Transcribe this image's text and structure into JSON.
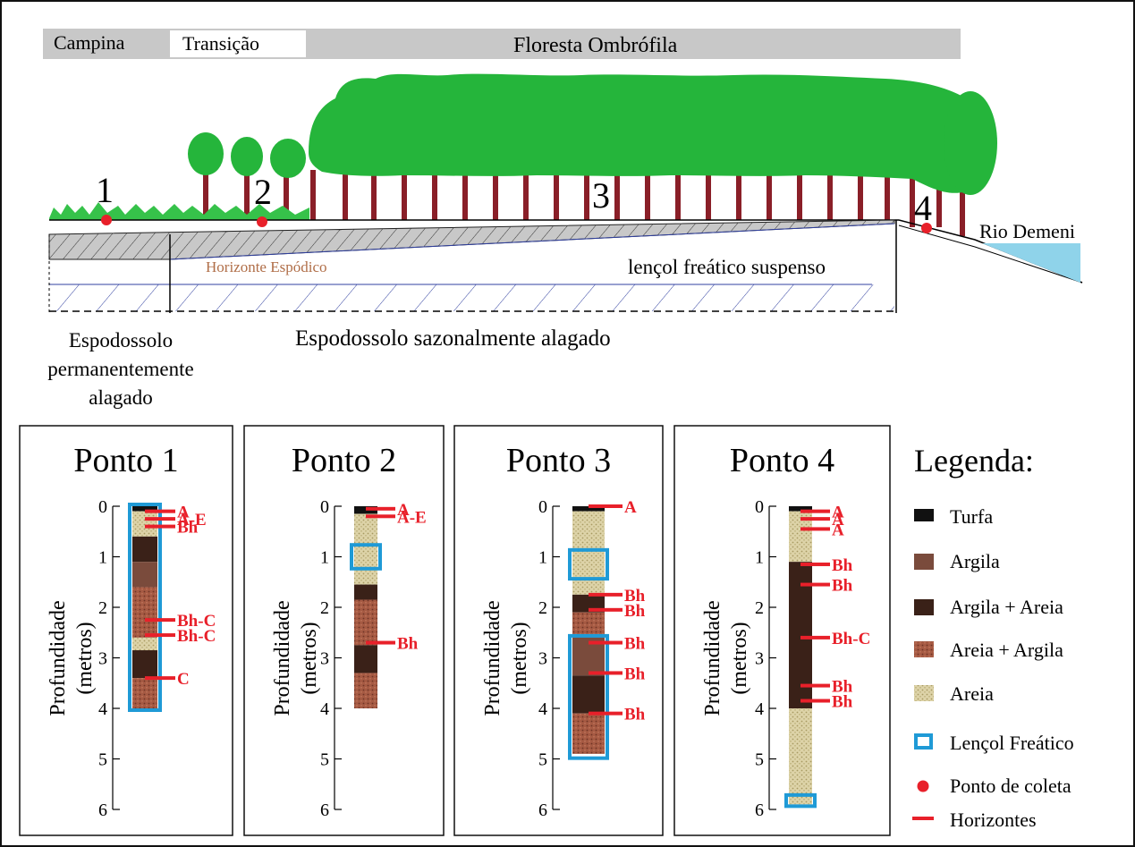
{
  "zones": {
    "campina": "Campina",
    "transicao": "Transição",
    "floresta": "Floresta Ombrófila"
  },
  "points": [
    "1",
    "2",
    "3",
    "4"
  ],
  "profile_labels": {
    "horizonte_espodico": "Horizonte Espódico",
    "lencol_suspenso": "lençol freático suspenso",
    "rio": "Rio Demeni",
    "solo_perm_1": "Espodossolo",
    "solo_perm_2": "permanentemente",
    "solo_perm_3": "alagado",
    "solo_sazonal": "Espodossolo sazonalmente alagado"
  },
  "y_axis": {
    "label_1": "Profundidade",
    "label_2": "(metros)",
    "ticks": [
      "0",
      "1",
      "2",
      "3",
      "4",
      "5",
      "6"
    ]
  },
  "columns": [
    {
      "title": "Ponto 1",
      "layers": [
        {
          "from": 0,
          "to": 0.1,
          "material": "turfa"
        },
        {
          "from": 0.1,
          "to": 0.6,
          "material": "areia"
        },
        {
          "from": 0.6,
          "to": 1.1,
          "material": "argila_areia"
        },
        {
          "from": 1.1,
          "to": 1.6,
          "material": "argila"
        },
        {
          "from": 1.6,
          "to": 2.6,
          "material": "areia_argila"
        },
        {
          "from": 2.6,
          "to": 2.85,
          "material": "areia"
        },
        {
          "from": 2.85,
          "to": 3.4,
          "material": "argila_areia"
        },
        {
          "from": 3.4,
          "to": 4.0,
          "material": "areia_argila"
        }
      ],
      "water": [
        {
          "from": 0,
          "to": 4.0
        }
      ],
      "horizons": [
        {
          "depth": 0.1,
          "label": "A"
        },
        {
          "depth": 0.25,
          "label": "A-E"
        },
        {
          "depth": 0.4,
          "label": "Bh"
        },
        {
          "depth": 2.25,
          "label": "Bh-C"
        },
        {
          "depth": 2.55,
          "label": "Bh-C"
        },
        {
          "depth": 3.4,
          "label": "C"
        }
      ]
    },
    {
      "title": "Ponto 2",
      "layers": [
        {
          "from": 0,
          "to": 0.15,
          "material": "turfa"
        },
        {
          "from": 0.15,
          "to": 1.55,
          "material": "areia"
        },
        {
          "from": 1.55,
          "to": 1.85,
          "material": "argila_areia"
        },
        {
          "from": 1.85,
          "to": 2.75,
          "material": "areia_argila"
        },
        {
          "from": 2.75,
          "to": 3.3,
          "material": "argila_areia"
        },
        {
          "from": 3.3,
          "to": 4.0,
          "material": "areia_argila"
        }
      ],
      "water": [
        {
          "from": 0.8,
          "to": 1.2
        }
      ],
      "horizons": [
        {
          "depth": 0.05,
          "label": "A"
        },
        {
          "depth": 0.2,
          "label": "A-E"
        },
        {
          "depth": 2.7,
          "label": "Bh"
        }
      ]
    },
    {
      "title": "Ponto 3",
      "layers": [
        {
          "from": 0,
          "to": 0.1,
          "material": "turfa"
        },
        {
          "from": 0.1,
          "to": 1.75,
          "material": "areia"
        },
        {
          "from": 1.75,
          "to": 2.1,
          "material": "argila_areia"
        },
        {
          "from": 2.1,
          "to": 2.6,
          "material": "areia_argila"
        },
        {
          "from": 2.6,
          "to": 3.35,
          "material": "argila"
        },
        {
          "from": 3.35,
          "to": 4.1,
          "material": "argila_areia"
        },
        {
          "from": 4.1,
          "to": 4.9,
          "material": "areia_argila"
        }
      ],
      "water": [
        {
          "from": 0.9,
          "to": 1.4
        },
        {
          "from": 2.6,
          "to": 4.95
        }
      ],
      "horizons": [
        {
          "depth": 0.0,
          "label": "A"
        },
        {
          "depth": 1.75,
          "label": "Bh"
        },
        {
          "depth": 2.05,
          "label": "Bh"
        },
        {
          "depth": 2.7,
          "label": "Bh"
        },
        {
          "depth": 3.3,
          "label": "Bh"
        },
        {
          "depth": 4.1,
          "label": "Bh"
        }
      ]
    },
    {
      "title": "Ponto 4",
      "layers": [
        {
          "from": 0,
          "to": 0.1,
          "material": "turfa"
        },
        {
          "from": 0.1,
          "to": 1.1,
          "material": "areia"
        },
        {
          "from": 1.1,
          "to": 4.0,
          "material": "argila_areia"
        },
        {
          "from": 4.0,
          "to": 5.9,
          "material": "areia"
        }
      ],
      "water": [
        {
          "from": 5.75,
          "to": 5.9
        }
      ],
      "horizons": [
        {
          "depth": 0.1,
          "label": "A"
        },
        {
          "depth": 0.25,
          "label": "A"
        },
        {
          "depth": 0.45,
          "label": "A"
        },
        {
          "depth": 1.15,
          "label": "Bh"
        },
        {
          "depth": 1.55,
          "label": "Bh"
        },
        {
          "depth": 2.6,
          "label": "Bh-C"
        },
        {
          "depth": 3.55,
          "label": "Bh"
        },
        {
          "depth": 3.85,
          "label": "Bh"
        }
      ]
    }
  ],
  "legend": {
    "title": "Legenda:",
    "items": [
      {
        "key": "turfa",
        "label": "Turfa"
      },
      {
        "key": "argila",
        "label": "Argila"
      },
      {
        "key": "argila_areia",
        "label": "Argila + Areia"
      },
      {
        "key": "areia_argila",
        "label": "Areia + Argila"
      },
      {
        "key": "areia",
        "label": "Areia"
      },
      {
        "key": "lencol",
        "label": "Lençol Freático"
      },
      {
        "key": "ponto",
        "label": "Ponto de coleta"
      },
      {
        "key": "horizonte",
        "label": "Horizontes"
      }
    ]
  },
  "colors": {
    "turfa": "#111111",
    "argila": "#7a4b3c",
    "argila_areia": "#3a2118",
    "areia_argila": "#a65a43",
    "areia": "#ddd3a8",
    "lencol": "#1f9ad6",
    "ponto": "#e8202a",
    "horizonte": "#e8202a",
    "tree_green": "#25b53b",
    "trunk": "#8a1f28",
    "river": "#8fd3ea",
    "zone_bar": "#c8c8c8"
  }
}
